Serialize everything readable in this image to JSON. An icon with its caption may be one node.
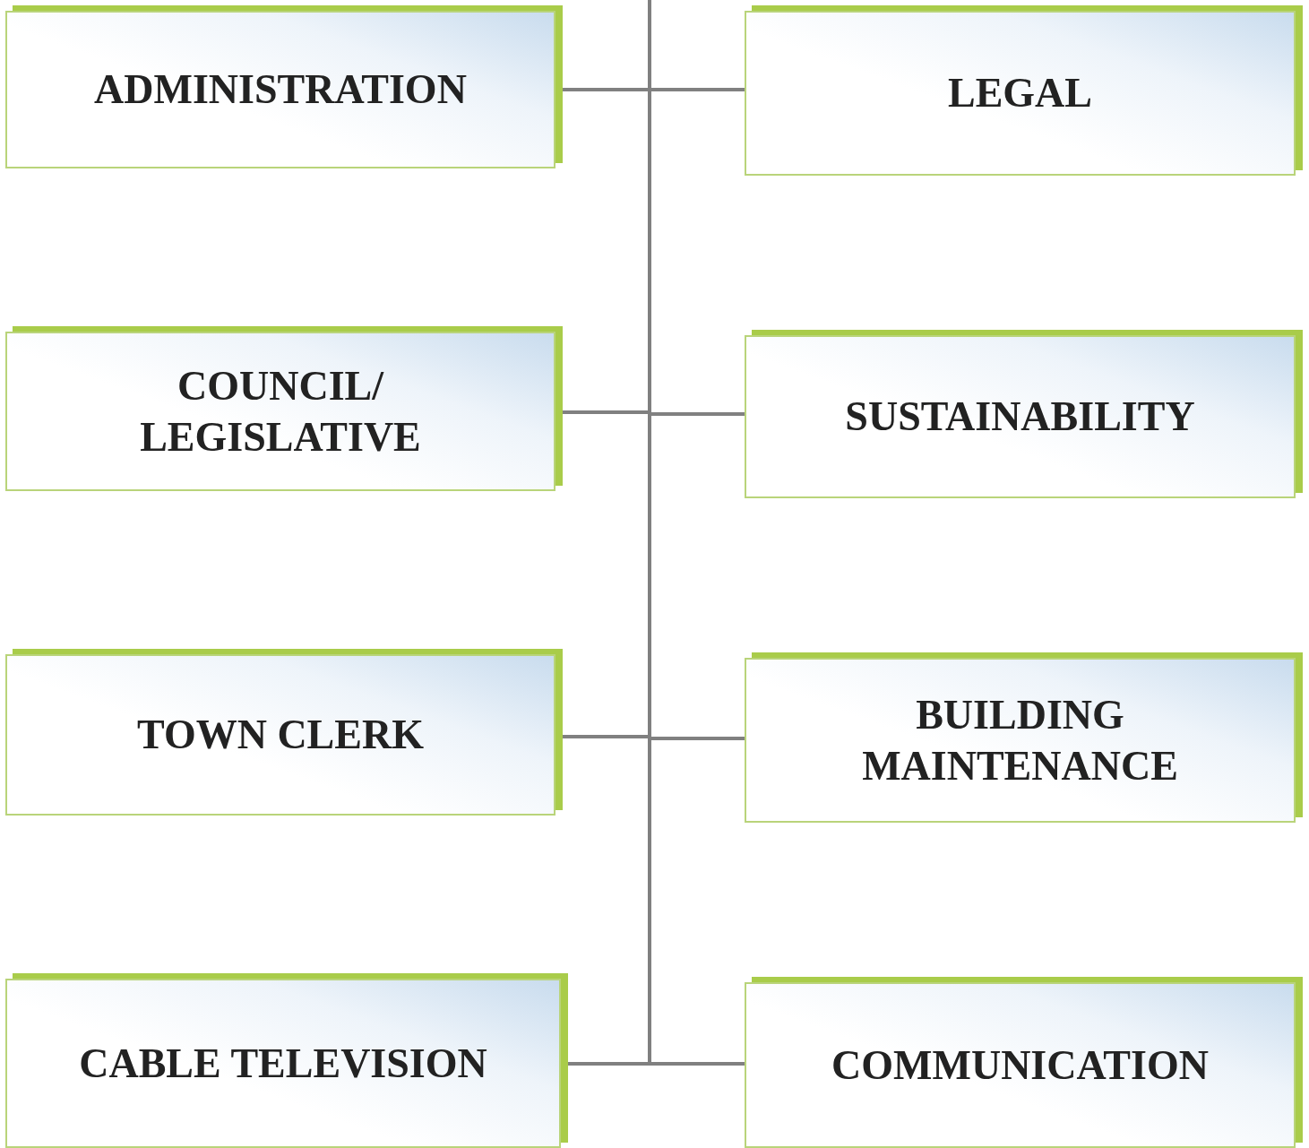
{
  "diagram": {
    "nodes": [
      {
        "text": [
          "ADMINISTRATION"
        ]
      },
      {
        "text": [
          "LEGAL"
        ]
      },
      {
        "text": [
          "COUNCIL/ LEGISLATIVE"
        ]
      },
      {
        "text": [
          "SUSTAINABILITY"
        ]
      },
      {
        "text": [
          "TOWN CLERK"
        ]
      },
      {
        "text": [
          "BUILDING MAINTENANCE"
        ]
      },
      {
        "text": [
          "CABLE TELEVISION"
        ]
      },
      {
        "text": [
          "COMMUNICATION"
        ]
      }
    ],
    "edges": [
      {
        "from": null,
        "to": 0,
        "arrow": "none"
      },
      {
        "from": null,
        "to": 1,
        "arrow": "none"
      },
      {
        "from": null,
        "to": 2,
        "arrow": "none"
      },
      {
        "from": null,
        "to": 3,
        "arrow": "none"
      },
      {
        "from": null,
        "to": 4,
        "arrow": "none"
      },
      {
        "from": null,
        "to": 5,
        "arrow": "none"
      },
      {
        "from": null,
        "to": 6,
        "arrow": "none"
      },
      {
        "from": null,
        "to": 7,
        "arrow": "none"
      }
    ]
  }
}
